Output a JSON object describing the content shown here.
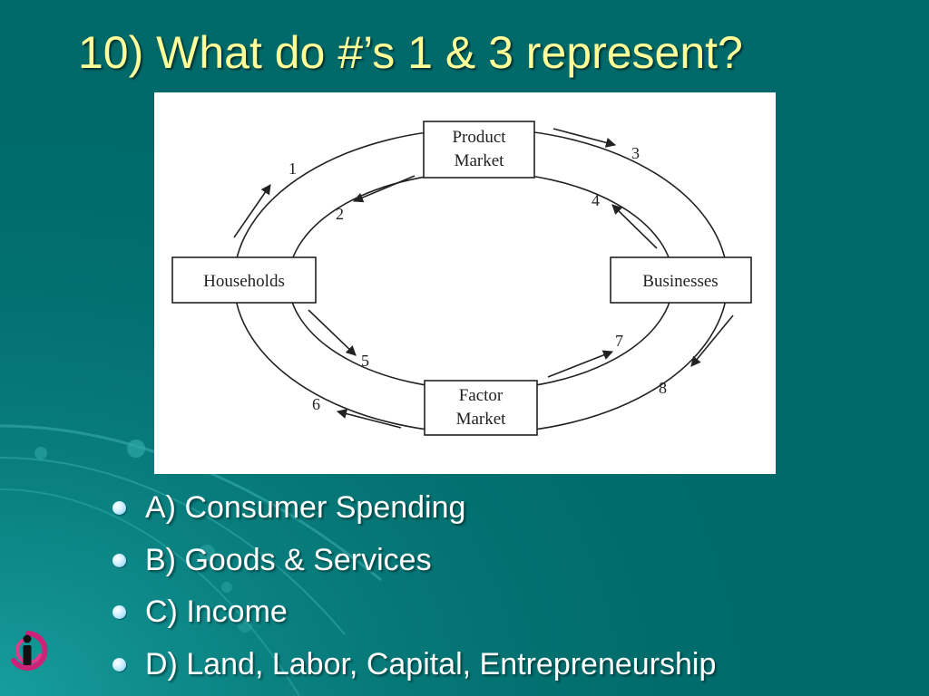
{
  "slide": {
    "title": "10) What do #’s 1 & 3 represent?"
  },
  "diagram": {
    "nodes": {
      "product_market": [
        "Product",
        "Market"
      ],
      "households": [
        "Households"
      ],
      "businesses": [
        "Businesses"
      ],
      "factor_market": [
        "Factor",
        "Market"
      ]
    },
    "flow_labels": [
      "1",
      "2",
      "3",
      "4",
      "5",
      "6",
      "7",
      "8"
    ]
  },
  "options": [
    "A) Consumer Spending",
    "B) Goods & Services",
    "C) Income",
    "D) Land, Labor, Capital, Entrepreneurship"
  ],
  "colors": {
    "background": "#006a6a",
    "title": "#ffff99",
    "option_text": "#ffffff",
    "bullet": "#6ec6f0"
  },
  "icons": {
    "logo": "info-logo-icon",
    "bullet": "bullet-dot-icon"
  }
}
